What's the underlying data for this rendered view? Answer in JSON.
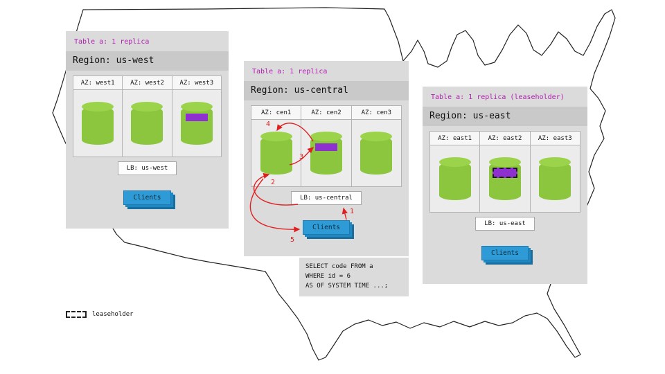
{
  "regions": [
    {
      "id": "us-west",
      "table_label": "Table a: 1 replica",
      "region_label": "Region: us-west",
      "azs": [
        {
          "label": "AZ: west1"
        },
        {
          "label": "AZ: west2"
        },
        {
          "label": "AZ: west3"
        }
      ],
      "lb_label": "LB: us-west",
      "clients_label": "Clients"
    },
    {
      "id": "us-central",
      "table_label": "Table a: 1 replica",
      "region_label": "Region: us-central",
      "azs": [
        {
          "label": "AZ: cen1"
        },
        {
          "label": "AZ: cen2"
        },
        {
          "label": "AZ: cen3"
        }
      ],
      "lb_label": "LB: us-central",
      "clients_label": "Clients"
    },
    {
      "id": "us-east",
      "table_label": "Table a: 1 replica (leaseholder)",
      "region_label": "Region: us-east",
      "azs": [
        {
          "label": "AZ: east1"
        },
        {
          "label": "AZ: east2"
        },
        {
          "label": "AZ: east3"
        }
      ],
      "lb_label": "LB: us-east",
      "clients_label": "Clients"
    }
  ],
  "sql_box": {
    "lines": [
      "SELECT code FROM a",
      "WHERE id = 6",
      "AS OF SYSTEM TIME ...;"
    ]
  },
  "arrow_steps": [
    "1",
    "2",
    "3",
    "4",
    "5"
  ],
  "legend": {
    "label": "leaseholder"
  },
  "colors": {
    "replica_purple": "#8e2fd0",
    "table_label_purple": "#b01fb0",
    "cylinder_green": "#8cc63e",
    "clients_blue": "#2e9bd6",
    "arrow_red": "#e02020",
    "panel_gray": "#dbdbdb"
  }
}
